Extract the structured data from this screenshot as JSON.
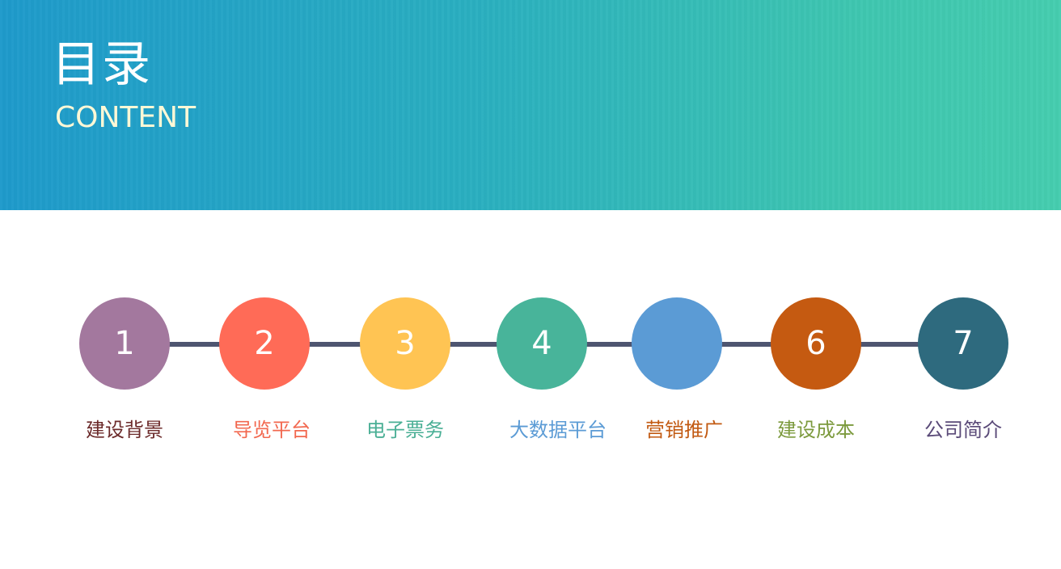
{
  "header": {
    "title": "目录",
    "subtitle": "CONTENT"
  },
  "steps": [
    {
      "number": "1",
      "label": "建设背景",
      "circle_color": "#a3789e",
      "label_color": "#6b2a2a"
    },
    {
      "number": "2",
      "label": "导览平台",
      "circle_color": "#ff6b57",
      "label_color": "#f2684f"
    },
    {
      "number": "3",
      "label": "电子票务",
      "circle_color": "#ffc453",
      "label_color": "#4aaf95"
    },
    {
      "number": "4",
      "label": "大数据平台",
      "circle_color": "#48b49a",
      "label_color": "#5b9bd5"
    },
    {
      "number": "",
      "label": "营销推广",
      "circle_color": "#5b9bd5",
      "label_color": "#c25a12"
    },
    {
      "number": "6",
      "label": "建设成本",
      "circle_color": "#c55a11",
      "label_color": "#7c9a3d"
    },
    {
      "number": "7",
      "label": "公司简介",
      "circle_color": "#2e6a7e",
      "label_color": "#5a4a78"
    }
  ]
}
